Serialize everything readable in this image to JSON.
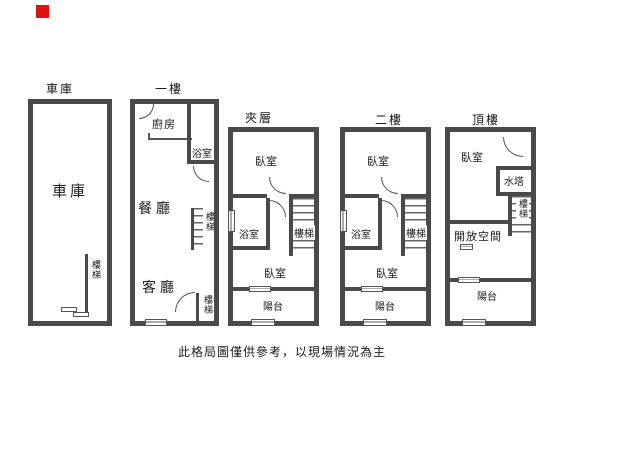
{
  "marker": {
    "color": "#e01010"
  },
  "wall_color": "#4a4a4a",
  "floors": [
    {
      "title": "車庫",
      "labels": {
        "main": "車庫",
        "stairs": "樓梯"
      }
    },
    {
      "title": "一樓",
      "labels": {
        "kitchen": "廚房",
        "bath": "浴室",
        "dining": "餐廳",
        "stairs_mid": "樓梯",
        "living": "客廳",
        "stairs_low": "樓梯"
      }
    },
    {
      "title": "夾層",
      "labels": {
        "bed_top": "臥室",
        "bath": "浴室",
        "stairs": "樓梯",
        "bed_low": "臥室",
        "balcony": "陽台"
      }
    },
    {
      "title": "二樓",
      "labels": {
        "bed_top": "臥室",
        "bath": "浴室",
        "stairs": "樓梯",
        "bed_low": "臥室",
        "balcony": "陽台"
      }
    },
    {
      "title": "頂樓",
      "labels": {
        "bed": "臥室",
        "tank": "水塔",
        "stairs": "樓梯",
        "open": "開放空間",
        "balcony": "陽台"
      }
    }
  ],
  "disclaimer": "此格局圖僅供參考，以現場情況為主"
}
